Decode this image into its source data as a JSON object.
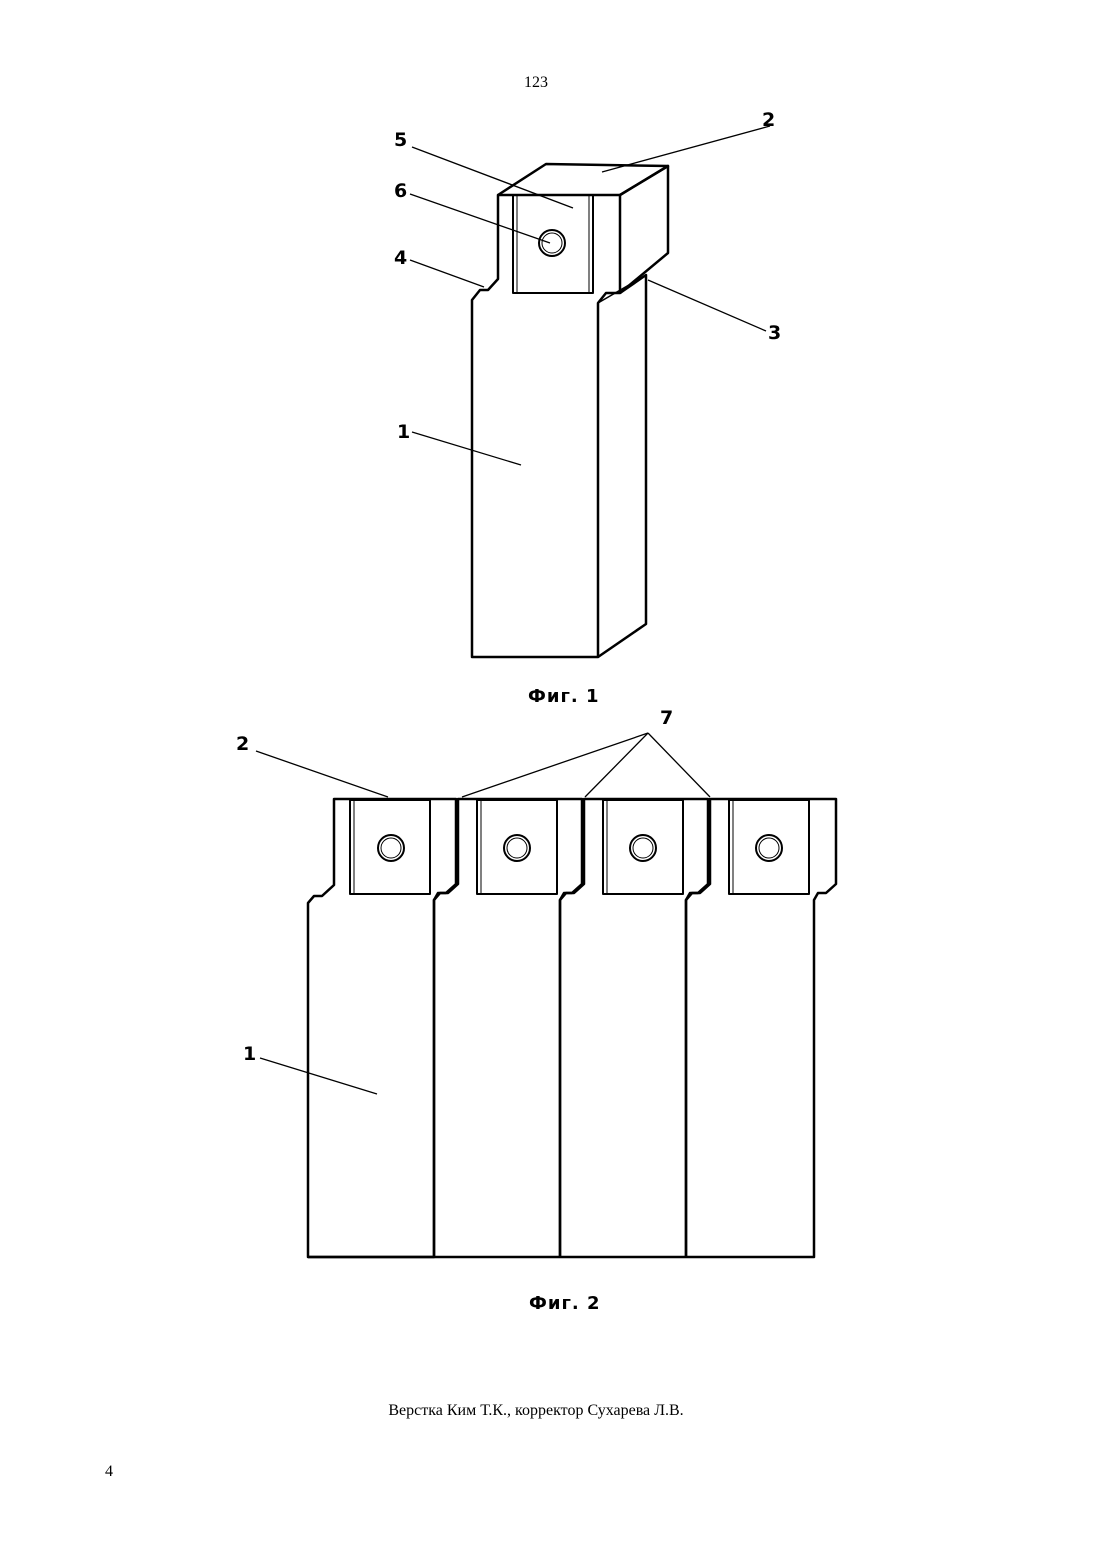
{
  "header": {
    "page_number": "123"
  },
  "figure1": {
    "caption": "Фиг. 1",
    "labels": {
      "l1": "1",
      "l2": "2",
      "l3": "3",
      "l4": "4",
      "l5": "5",
      "l6": "6"
    }
  },
  "figure2": {
    "caption": "Фиг. 2",
    "labels": {
      "l1": "1",
      "l2": "2",
      "l7": "7"
    }
  },
  "footer": {
    "credits": "Верстка Ким Т.К., корректор Сухарева Л.В.",
    "page_number": "4"
  }
}
